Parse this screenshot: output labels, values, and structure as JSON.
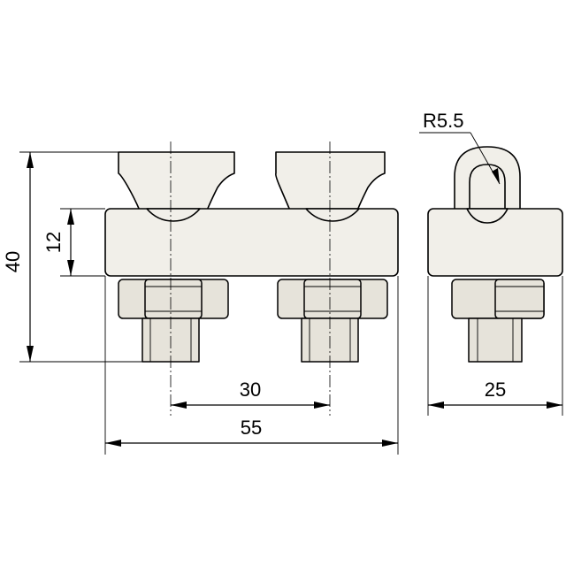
{
  "drawing": {
    "dimensions": {
      "overall_height": "40",
      "body_height": "12",
      "bolt_spacing": "30",
      "overall_width": "55",
      "side_width": "25",
      "radius": "R5.5"
    },
    "colors": {
      "line": "#000000",
      "body_fill": "#f1efe9",
      "nut_fill": "#e6e3da",
      "background": "#ffffff"
    }
  }
}
